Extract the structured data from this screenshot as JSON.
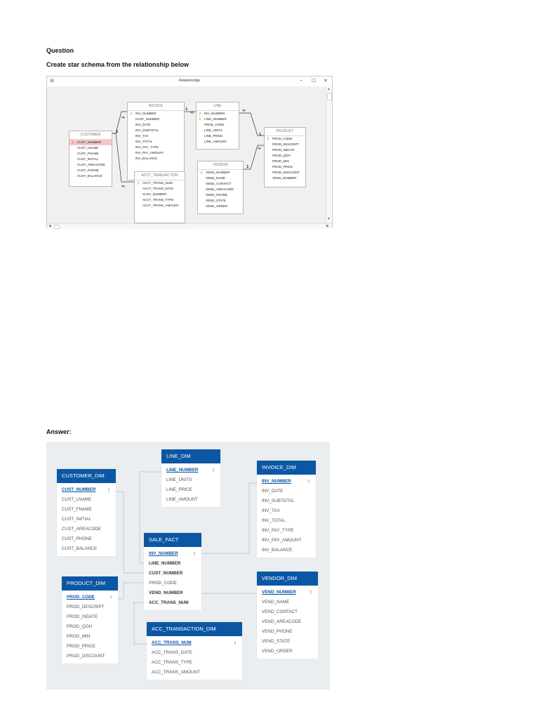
{
  "question_label": "Question",
  "question_text": "Create star schema from the relationship below",
  "answer_label": "Answer:",
  "relationships_window": {
    "title": "Relationships",
    "app_icon": "database-relationships-icon",
    "controls": {
      "minimize": "–",
      "maximize": "☐",
      "close": "✕"
    },
    "tables": [
      {
        "name": "INVOICE",
        "fields": [
          "INV_NUMBER",
          "CUST_NUMBER",
          "INV_DATE",
          "INV_SUBTOTAL",
          "INV_TAX",
          "INV_TOTAL",
          "INV_PAY_TYPE",
          "INV_PAY_AMOUNT",
          "INV_BALANCE"
        ],
        "keys": [
          0
        ]
      },
      {
        "name": "LINE",
        "fields": [
          "INV_NUMBER",
          "LINE_NUMBER",
          "PROD_CODE",
          "LINE_UNITS",
          "LINE_PRICE",
          "LINE_AMOUNT"
        ],
        "keys": [
          0,
          1
        ]
      },
      {
        "name": "CUSTOMER",
        "fields": [
          "CUST_NUMBER",
          "CUST_LNAME",
          "CUST_FNAME",
          "CUST_INITIAL",
          "CUST_AREACODE",
          "CUST_PHONE",
          "CUST_BALANCE"
        ],
        "keys": [
          0
        ],
        "highlight": 0
      },
      {
        "name": "PRODUCT",
        "fields": [
          "PROD_CODE",
          "PROD_DESCRIPT",
          "PROD_INDATE",
          "PROD_QOH",
          "PROD_MIN",
          "PROD_PRICE",
          "PROD_DISCOUNT",
          "VEND_NUMBER"
        ],
        "keys": [
          0
        ]
      },
      {
        "name": "ACCT_TRANSACTION",
        "fields": [
          "ACCT_TRANS_NUM",
          "ACCT_TRANS_DATE",
          "CUST_NUMBER",
          "ACCT_TRANS_TYPE",
          "ACCT_TRANS_AMOUNT"
        ],
        "keys": [
          0
        ]
      },
      {
        "name": "VENDOR",
        "fields": [
          "VEND_NUMBER",
          "VEND_NAME",
          "VEND_CONTACT",
          "VEND_AREACODE",
          "VEND_PHONE",
          "VEND_STATE",
          "VEND_ORDER"
        ],
        "keys": [
          0
        ]
      }
    ]
  },
  "star_schema": {
    "key_icon": "key-icon",
    "tables": [
      {
        "name": "LINE_DIM",
        "fields": [
          {
            "n": "LINE_NUMBER",
            "pk": true
          },
          {
            "n": "LINE_UNITS"
          },
          {
            "n": "LINE_PRICE"
          },
          {
            "n": "LINE_AMOUNT"
          }
        ]
      },
      {
        "name": "INVOICE_DIM",
        "fields": [
          {
            "n": "INV_NUMBER",
            "pk": true
          },
          {
            "n": "INV_DATE"
          },
          {
            "n": "INV_SUBTOTAL"
          },
          {
            "n": "INV_TAX"
          },
          {
            "n": "INV_TOTAL"
          },
          {
            "n": "INV_PAY_TYPE"
          },
          {
            "n": "INV_PAY_AMOUNT"
          },
          {
            "n": "INV_BALANCE"
          }
        ]
      },
      {
        "name": "CUSTOMER_DIM",
        "fields": [
          {
            "n": "CUST_NUMBER",
            "pk": true
          },
          {
            "n": "CUST_LNAME"
          },
          {
            "n": "CUST_FNAME"
          },
          {
            "n": "CUST_INITIAL"
          },
          {
            "n": "CUST_AREACODE"
          },
          {
            "n": "CUST_PHONE"
          },
          {
            "n": "CUST_BALANCE"
          }
        ]
      },
      {
        "name": "SALE_FACT",
        "fields": [
          {
            "n": "INV_NUMBER",
            "pk": true
          },
          {
            "n": "LINE_NUMBER",
            "bold": true
          },
          {
            "n": "CUST_NUMBER",
            "bold": true
          },
          {
            "n": "PROD_CODE"
          },
          {
            "n": "VEND_NUMBER",
            "bold": true
          },
          {
            "n": "ACC_TRANS_NUM",
            "bold": true
          }
        ]
      },
      {
        "name": "PRODUCT_DIM",
        "fields": [
          {
            "n": "PROD_CODE",
            "pk": true
          },
          {
            "n": "PROD_DESCRIPT"
          },
          {
            "n": "PROD_INDATE"
          },
          {
            "n": "PROD_QOH"
          },
          {
            "n": "PROD_MIN"
          },
          {
            "n": "PROD_PRICE"
          },
          {
            "n": "PROD_DISCOUNT"
          }
        ]
      },
      {
        "name": "VENDOR_DIM",
        "fields": [
          {
            "n": "VEND_NUMBER",
            "pk": true
          },
          {
            "n": "VEND_NAME"
          },
          {
            "n": "VEND_CONTACT"
          },
          {
            "n": "VEND_AREACODE"
          },
          {
            "n": "VEND_PHONE"
          },
          {
            "n": "VEND_STATE"
          },
          {
            "n": "VEND_ORDER"
          }
        ]
      },
      {
        "name": "ACC_TRANSACTION_DIM",
        "fields": [
          {
            "n": "ACC_TRANS_NUM",
            "pk": true
          },
          {
            "n": "ACC_TRANS_DATE"
          },
          {
            "n": "ACC_TRANS_TYPE"
          },
          {
            "n": "ACC_TRANS_AMOUNT"
          }
        ]
      }
    ]
  }
}
